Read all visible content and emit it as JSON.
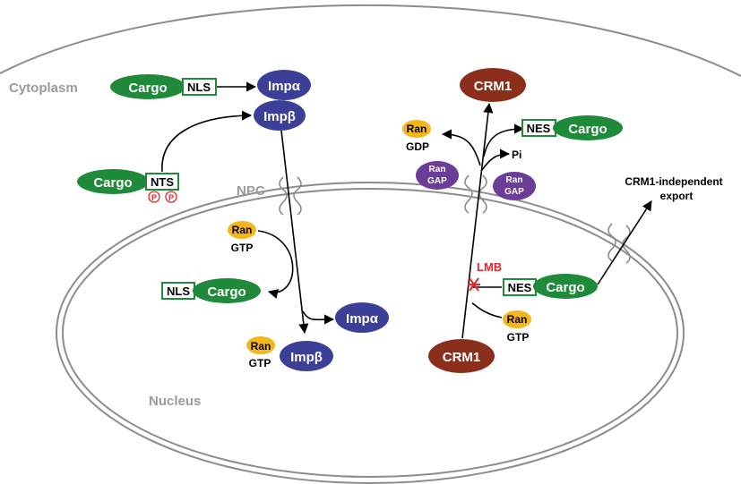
{
  "labels": {
    "cytoplasm": "Cytoplasm",
    "nucleus": "Nucleus",
    "npc": "NPC",
    "crm1_independent_line1": "CRM1-independent",
    "crm1_independent_line2": "export",
    "lmb": "LMB",
    "pi": "Pi"
  },
  "molecules": {
    "cargo": "Cargo",
    "nls": "NLS",
    "nts": "NTS",
    "nes": "NES",
    "phospho": "P",
    "imp_alpha": "Impα",
    "imp_beta": "Impβ",
    "crm1": "CRM1",
    "ran": "Ran",
    "gtp": "GTP",
    "gdp": "GDP",
    "gap": "GAP"
  },
  "colors": {
    "cargo": "#1e8a3a",
    "importin": "#3b3f98",
    "crm1": "#8b2e1c",
    "ran": "#f5b51c",
    "rangap": "#6b3d96",
    "phospho": "#e8262a",
    "membrane": "#8c8c8c"
  }
}
